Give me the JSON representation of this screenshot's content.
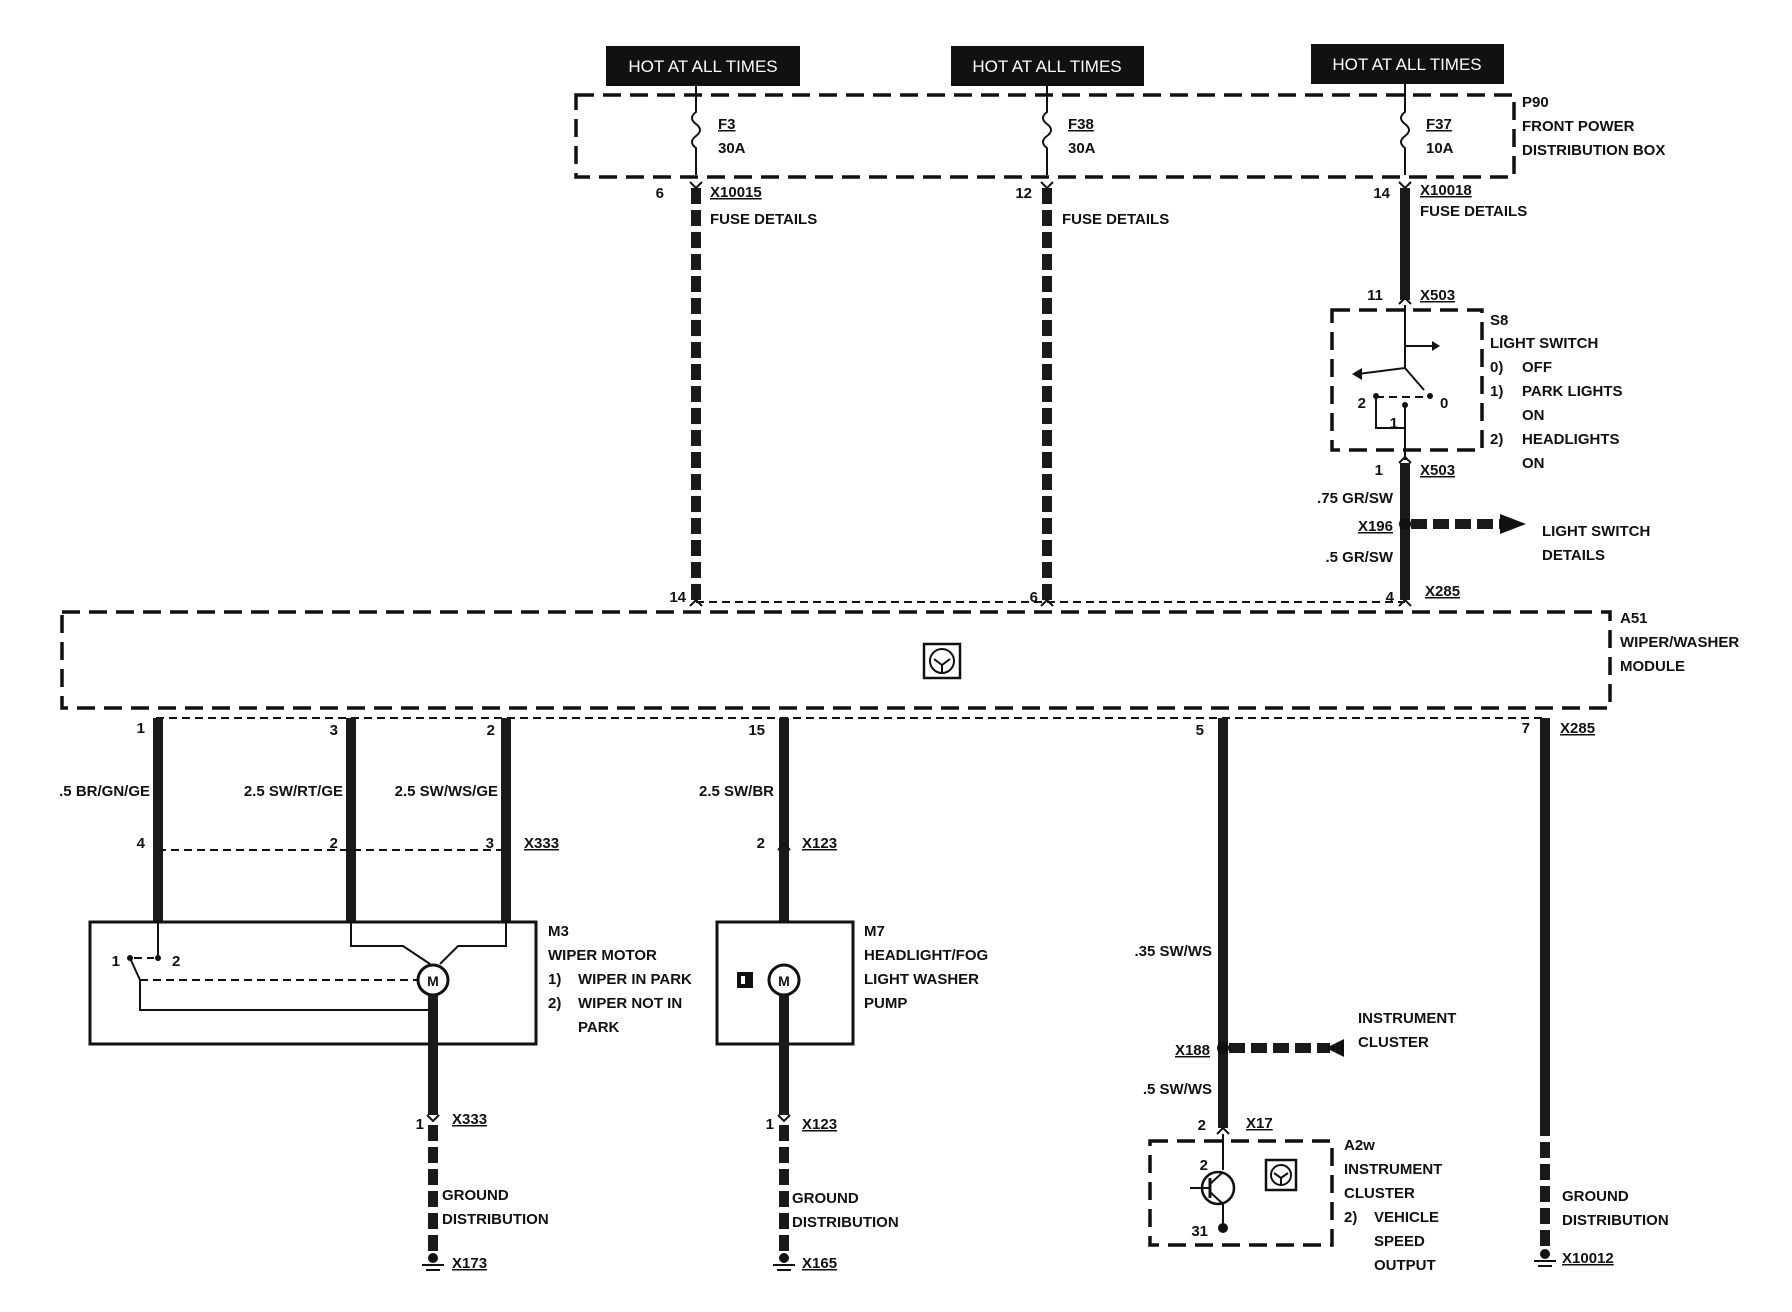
{
  "hot_at_all_times": [
    "HOT AT ALL TIMES",
    "HOT AT ALL TIMES",
    "HOT AT ALL TIMES"
  ],
  "power_box": {
    "id": "P90",
    "line1": "FRONT POWER",
    "line2": "DISTRIBUTION BOX",
    "fuses": [
      {
        "id": "F3",
        "rating": "30A",
        "pin": "6",
        "connector": "X10015",
        "details": "FUSE DETAILS"
      },
      {
        "id": "F38",
        "rating": "30A",
        "pin": "12",
        "connector": "",
        "details": "FUSE DETAILS"
      },
      {
        "id": "F37",
        "rating": "10A",
        "pin": "14",
        "connector": "X10018",
        "details": "FUSE DETAILS"
      }
    ]
  },
  "light_switch": {
    "id": "S8",
    "title": "LIGHT SWITCH",
    "connector_top": "X503",
    "pin_top": "11",
    "connector_bottom": "X503",
    "pin_bottom": "1",
    "positions": [
      {
        "num": "0)",
        "label": "OFF"
      },
      {
        "num": "1)",
        "label": "PARK LIGHTS"
      },
      {
        "num": "",
        "label": "ON"
      },
      {
        "num": "2)",
        "label": "HEADLIGHTS"
      },
      {
        "num": "",
        "label": "ON"
      }
    ],
    "contact_labels": [
      "2",
      "1",
      "0"
    ],
    "wire_top": ".75 GR/SW",
    "splice": "X196",
    "wire_bottom": ".5 GR/SW",
    "details_line1": "LIGHT SWITCH",
    "details_line2": "DETAILS"
  },
  "module": {
    "id": "A51",
    "line1": "WIPER/WASHER",
    "line2": "MODULE",
    "top_pins": [
      "14",
      "6",
      "4"
    ],
    "top_connector": "X285",
    "bottom_pins": [
      "1",
      "3",
      "2",
      "15",
      "5",
      "7"
    ],
    "bottom_connector": "X285"
  },
  "wires": {
    "w1": ".5 BR/GN/GE",
    "w2": "2.5 SW/RT/GE",
    "w3": "2.5 SW/WS/GE",
    "w4": "2.5 SW/BR",
    "w5": ".35 SW/WS",
    "w6": ".5 SW/WS"
  },
  "wiper_motor": {
    "connector": "X333",
    "pins": [
      "4",
      "2",
      "3"
    ],
    "id": "M3",
    "title": "WIPER MOTOR",
    "items": [
      {
        "num": "1)",
        "label": "WIPER IN PARK"
      },
      {
        "num": "2)",
        "label": "WIPER NOT IN"
      },
      {
        "num": "",
        "label": "PARK"
      }
    ],
    "switch_labels": [
      "1",
      "2"
    ],
    "motor": "M",
    "ground_pin": "1",
    "ground_connector": "X333",
    "ground_line1": "GROUND",
    "ground_line2": "DISTRIBUTION",
    "ground_point": "X173"
  },
  "washer_pump": {
    "pin": "2",
    "connector": "X123",
    "id": "M7",
    "line1": "HEADLIGHT/FOG",
    "line2": "LIGHT WASHER",
    "line3": "PUMP",
    "motor": "M",
    "ground_pin": "1",
    "ground_connector": "X123",
    "ground_line1": "GROUND",
    "ground_line2": "DISTRIBUTION",
    "ground_point": "X165"
  },
  "cluster": {
    "splice": "X188",
    "feed_line1": "INSTRUMENT",
    "feed_line2": "CLUSTER",
    "pin": "2",
    "connector": "X17",
    "id": "A2w",
    "line1": "INSTRUMENT",
    "line2": "CLUSTER",
    "item_num": "2)",
    "item_line1": "VEHICLE",
    "item_line2": "SPEED",
    "item_line3": "OUTPUT",
    "inner_pin_top": "2",
    "inner_pin_bottom": "31"
  },
  "right_ground": {
    "line1": "GROUND",
    "line2": "DISTRIBUTION",
    "point": "X10012"
  }
}
